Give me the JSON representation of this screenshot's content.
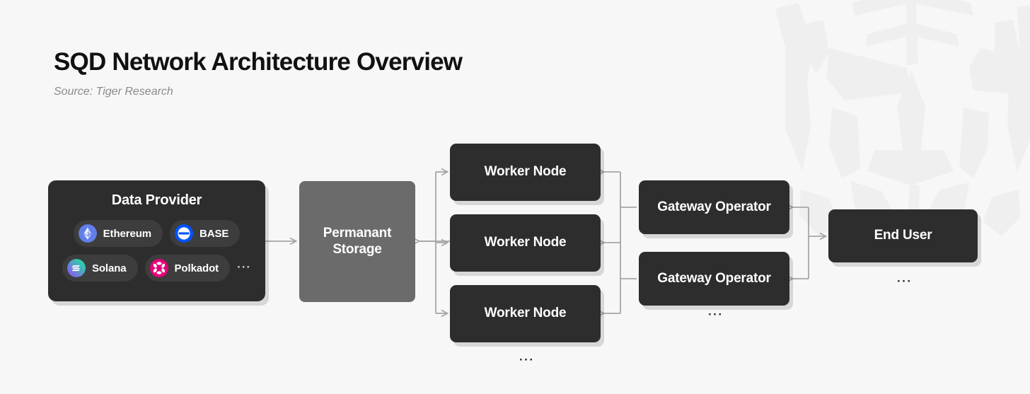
{
  "header": {
    "title": "SQD Network Architecture Overview",
    "source": "Source: Tiger Research"
  },
  "colors": {
    "background": "#f7f7f7",
    "node_dark": "#2d2d2d",
    "node_gray": "#6b6b6b",
    "chip_bg": "#3d3d3d",
    "text_light": "#ffffff",
    "title_text": "#111111",
    "source_text": "#8a8a8a",
    "wire": "#a6a6a6",
    "watermark": "#efefef",
    "ethereum": "#627EEA",
    "base": "#0052FF",
    "solana_from": "#9945FF",
    "solana_to": "#14F195",
    "polkadot": "#E6007A"
  },
  "diagram": {
    "type": "flow-diagram",
    "data_provider": {
      "title": "Data Provider",
      "chains": [
        {
          "label": "Ethereum",
          "icon": "ethereum-icon"
        },
        {
          "label": "BASE",
          "icon": "base-icon"
        },
        {
          "label": "Solana",
          "icon": "solana-icon"
        },
        {
          "label": "Polkadot",
          "icon": "polkadot-icon"
        }
      ],
      "more": "···"
    },
    "storage": {
      "line1": "Permanant",
      "line2": "Storage"
    },
    "workers": [
      {
        "label": "Worker Node"
      },
      {
        "label": "Worker Node"
      },
      {
        "label": "Worker Node"
      }
    ],
    "workers_more": "···",
    "gateways": [
      {
        "label": "Gateway Operator"
      },
      {
        "label": "Gateway Operator"
      }
    ],
    "gateways_more": "···",
    "end_user": {
      "label": "End User"
    },
    "end_user_more": "···",
    "flows": [
      {
        "from": "Data Provider",
        "to": "Permanant Storage",
        "direction": "right"
      },
      {
        "from": "Permanant Storage",
        "to": "Worker Node",
        "direction": "both"
      },
      {
        "from": "Worker Node",
        "to": "Gateway Operator",
        "direction": "both"
      },
      {
        "from": "Gateway Operator",
        "to": "End User",
        "direction": "both"
      }
    ]
  }
}
